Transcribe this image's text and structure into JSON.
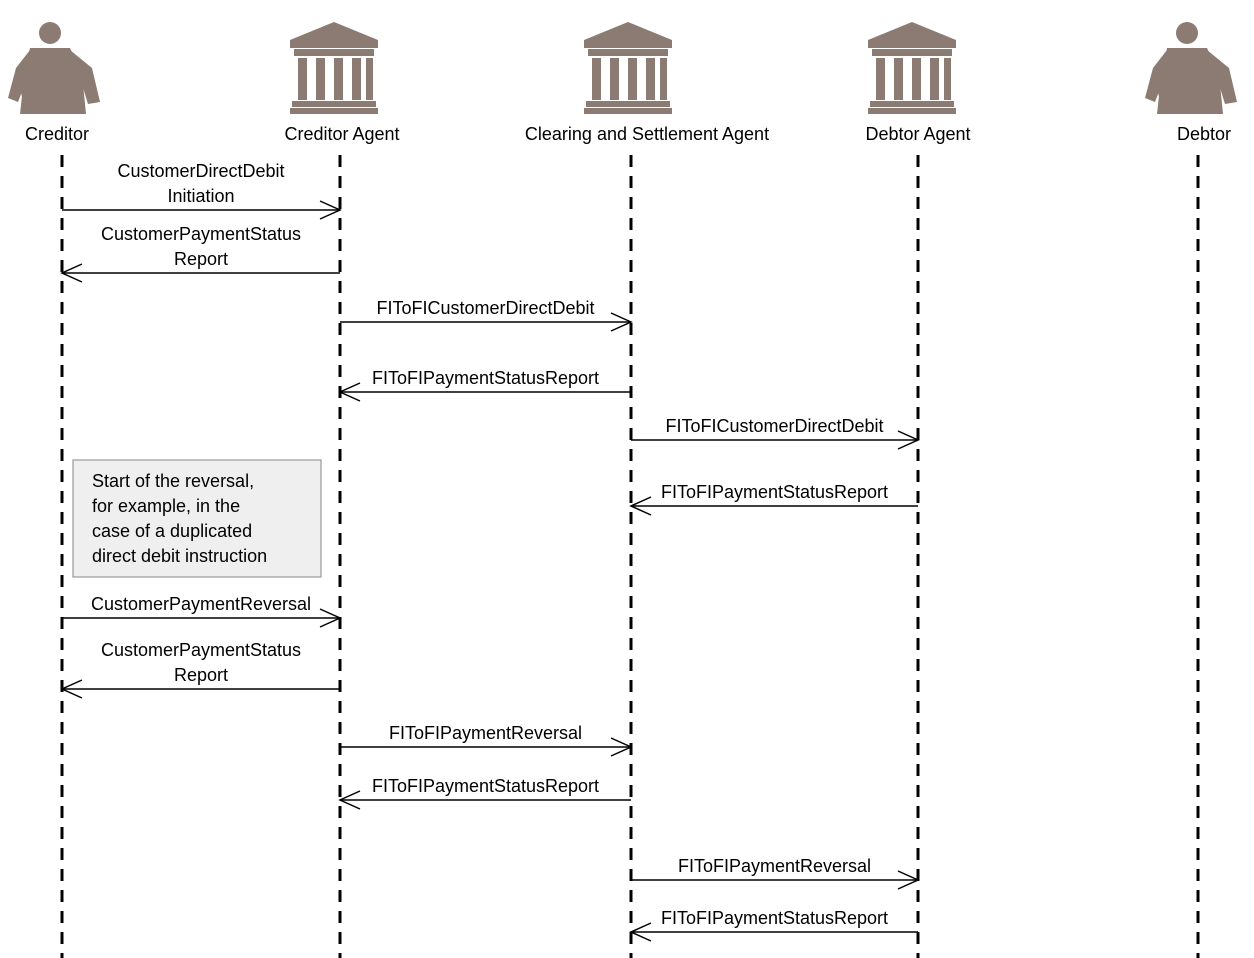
{
  "colors": {
    "icon_fill": "#8b7b73",
    "icon_shadow": "#6f5f57",
    "line": "#000000",
    "note_background": "#efefef",
    "note_border": "#999999"
  },
  "participants": [
    {
      "id": "creditor",
      "label": "Creditor",
      "icon": "person-icon"
    },
    {
      "id": "creditor_agent",
      "label": "Creditor Agent",
      "icon": "bank-icon"
    },
    {
      "id": "csm_agent",
      "label": "Clearing and Settlement Agent",
      "icon": "bank-icon"
    },
    {
      "id": "debtor_agent",
      "label": "Debtor Agent",
      "icon": "bank-icon"
    },
    {
      "id": "debtor",
      "label": "Debtor",
      "icon": "person-icon"
    }
  ],
  "messages": [
    {
      "from": "creditor",
      "to": "creditor_agent",
      "label": [
        "CustomerDirectDebit",
        "Initiation"
      ]
    },
    {
      "from": "creditor_agent",
      "to": "creditor",
      "label": [
        "CustomerPaymentStatus",
        "Report"
      ]
    },
    {
      "from": "creditor_agent",
      "to": "csm_agent",
      "label": [
        "FIToFICustomerDirectDebit"
      ]
    },
    {
      "from": "csm_agent",
      "to": "creditor_agent",
      "label": [
        "FIToFIPaymentStatusReport"
      ]
    },
    {
      "from": "csm_agent",
      "to": "debtor_agent",
      "label": [
        "FIToFICustomerDirectDebit"
      ]
    },
    {
      "from": "debtor_agent",
      "to": "csm_agent",
      "label": [
        "FIToFIPaymentStatusReport"
      ]
    },
    {
      "from": "creditor",
      "to": "creditor_agent",
      "label": [
        "CustomerPaymentReversal"
      ]
    },
    {
      "from": "creditor_agent",
      "to": "creditor",
      "label": [
        "CustomerPaymentStatus",
        "Report"
      ]
    },
    {
      "from": "creditor_agent",
      "to": "csm_agent",
      "label": [
        "FIToFIPaymentReversal"
      ]
    },
    {
      "from": "csm_agent",
      "to": "creditor_agent",
      "label": [
        "FIToFIPaymentStatusReport"
      ]
    },
    {
      "from": "csm_agent",
      "to": "debtor_agent",
      "label": [
        "FIToFIPaymentReversal"
      ]
    },
    {
      "from": "debtor_agent",
      "to": "csm_agent",
      "label": [
        "FIToFIPaymentStatusReport"
      ]
    }
  ],
  "note": {
    "lines": [
      "Start of the reversal,",
      "for example, in the",
      "case of a duplicated",
      "direct debit instruction"
    ]
  }
}
